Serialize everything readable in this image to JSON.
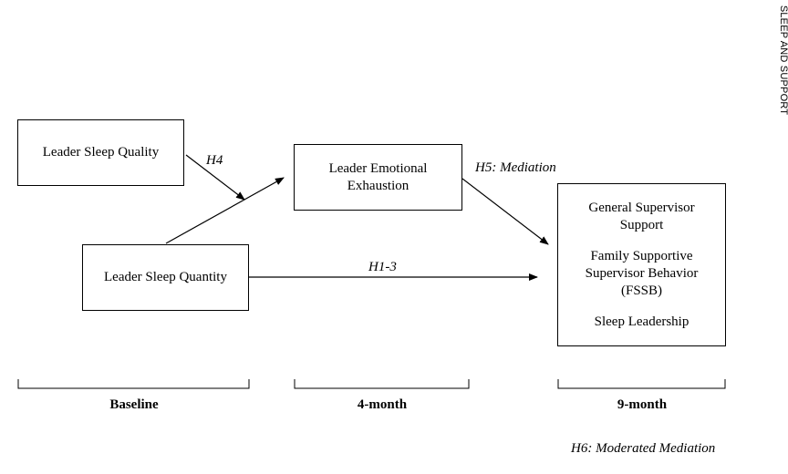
{
  "side_header": "SLEEP AND SUPPORT",
  "boxes": {
    "sleep_quality": "Leader Sleep Quality",
    "sleep_quantity": "Leader Sleep Quantity",
    "emotional_exhaustion_line1": "Leader Emotional",
    "emotional_exhaustion_line2": "Exhaustion",
    "outcomes": {
      "general_support_line1": "General Supervisor",
      "general_support_line2": "Support",
      "fssb_line1": "Family Supportive",
      "fssb_line2": "Supervisor Behavior",
      "fssb_line3": "(FSSB)",
      "sleep_leadership": "Sleep Leadership"
    }
  },
  "hypotheses": {
    "h4": "H4",
    "h5": "H5: Mediation",
    "h1_3": "H1-3",
    "h6": "H6: Moderated Mediation"
  },
  "phases": {
    "baseline": "Baseline",
    "four_month": "4-month",
    "nine_month": "9-month"
  }
}
